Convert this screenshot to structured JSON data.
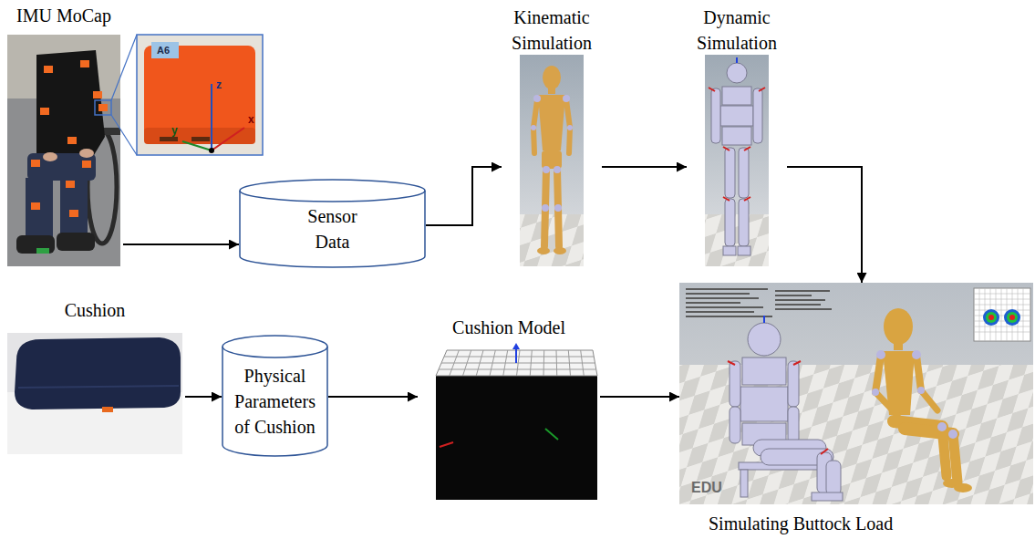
{
  "diagram": {
    "nodes": [
      {
        "text": [
          "IMU MoCap"
        ]
      },
      {
        "text": [
          "Sensor Data"
        ]
      },
      {
        "text": [
          "Kinematic Simulation"
        ]
      },
      {
        "text": [
          "Dynamic Simulation"
        ]
      },
      {
        "text": [
          "Cushion"
        ]
      },
      {
        "text": [
          "Physical Parameters of Cushion"
        ]
      },
      {
        "text": [
          "Cushion Model"
        ]
      },
      {
        "text": [
          "Simulating Buttock Load"
        ]
      }
    ],
    "edges": [
      {
        "from": 0,
        "to": 1,
        "arrow": "to"
      },
      {
        "from": 1,
        "to": 2,
        "arrow": "to"
      },
      {
        "from": 2,
        "to": 3,
        "arrow": "to"
      },
      {
        "from": 3,
        "to": 7,
        "arrow": "to"
      },
      {
        "from": 4,
        "to": 5,
        "arrow": "to"
      },
      {
        "from": 5,
        "to": 6,
        "arrow": "to"
      },
      {
        "from": 6,
        "to": 7,
        "arrow": "to"
      }
    ],
    "labels": [
      "A6",
      "z",
      "x",
      "y",
      "EDU"
    ]
  }
}
